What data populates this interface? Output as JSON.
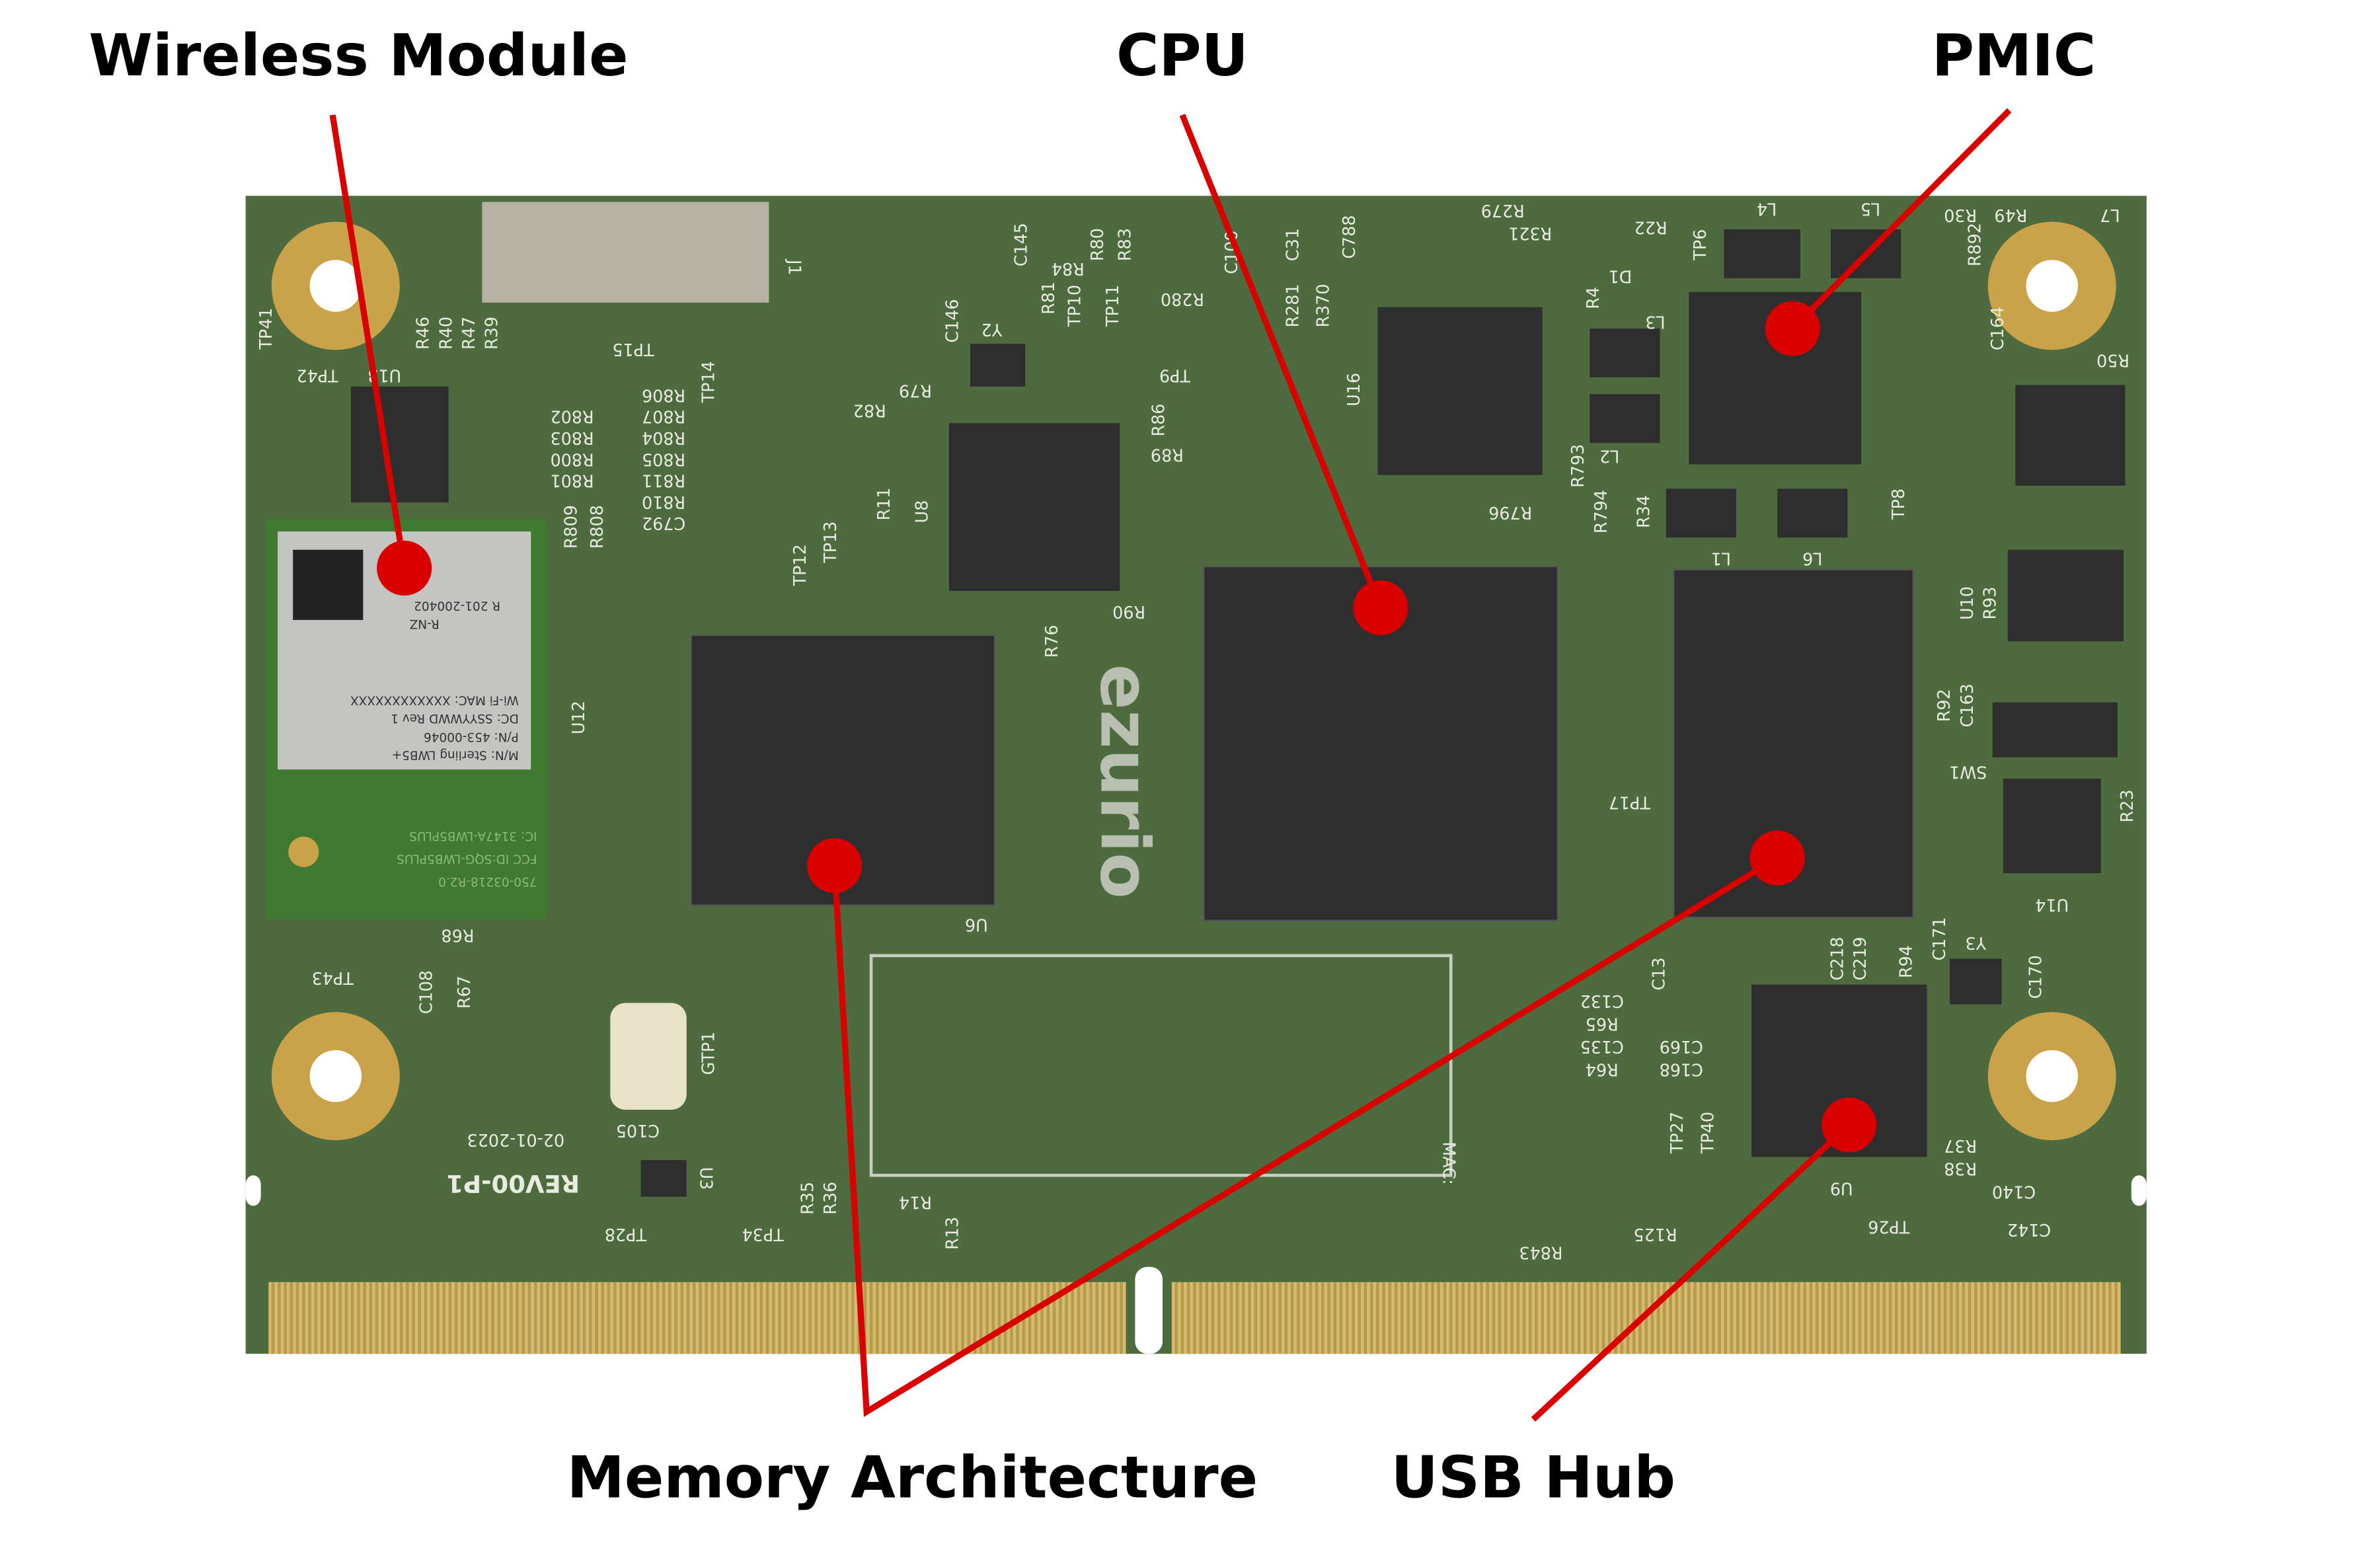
{
  "callouts": [
    {
      "label": "Wireless Module"
    },
    {
      "label": "CPU"
    },
    {
      "label": "PMIC"
    },
    {
      "label": "Memory Architecture"
    },
    {
      "label": "USB Hub"
    }
  ],
  "board": {
    "logo": "ezurio",
    "revision": "REV00-P1",
    "date": "02-01-2023",
    "mac_label": "MAC:",
    "wireless_module_text": [
      "M/N: Sterling LWB5+",
      "P/N: 453-00046",
      "DC: SSYYWWD Rev 1",
      "Wi-Fi MAC: XXXXXXXXXXXX",
      "R-NZ",
      "R 201-200402",
      "IC: 3147A-LWB5PLUS",
      "FCC ID:SQG-LWB5PLUS",
      "750-03218-R2.0"
    ],
    "silkscreen": [
      "J1",
      "TP15",
      "TP14",
      "C146",
      "Y2",
      "R79",
      "R82",
      "TP9",
      "R86",
      "R89",
      "U8",
      "R11",
      "TP12",
      "TP13",
      "R76",
      "R90",
      "U6",
      "U12",
      "R68",
      "TP43",
      "C108",
      "R67",
      "GTP1",
      "C105",
      "U3",
      "TP28",
      "TP34",
      "R35",
      "R36",
      "R14",
      "R13",
      "U16",
      "R796",
      "R793",
      "R794",
      "R34",
      "L3",
      "L2",
      "L1",
      "L6",
      "TP8",
      "U10",
      "R93",
      "R92",
      "C163",
      "SW1",
      "U14",
      "R23",
      "Y3",
      "C170",
      "C171",
      "R94",
      "C218",
      "C219",
      "C13",
      "C132",
      "R65",
      "C135",
      "R64",
      "C169",
      "C168",
      "TP40",
      "TP27",
      "U9",
      "R37",
      "R38",
      "C140",
      "C142",
      "TP26",
      "R125",
      "R843",
      "TP17",
      "L4",
      "L5",
      "R49",
      "R30",
      "L7",
      "R50",
      "R892",
      "C164",
      "TP6",
      "R22",
      "R4",
      "D1",
      "R321",
      "R279",
      "C788",
      "C31",
      "C100",
      "R280",
      "R281",
      "R370",
      "C145",
      "R84",
      "R80",
      "R83",
      "R81",
      "TP10",
      "TP11",
      "TP41",
      "TP42",
      "U13",
      "R46",
      "R40",
      "R47",
      "R39",
      "R802",
      "R803",
      "R800",
      "R801",
      "R806",
      "R807",
      "R804",
      "R805",
      "R811",
      "R810",
      "C792",
      "R809",
      "R808"
    ],
    "colors": {
      "pcb": "#4d6b3e",
      "chip": "#2e2e2e",
      "callout": "#d90000",
      "gold": "#c9a24a"
    }
  }
}
